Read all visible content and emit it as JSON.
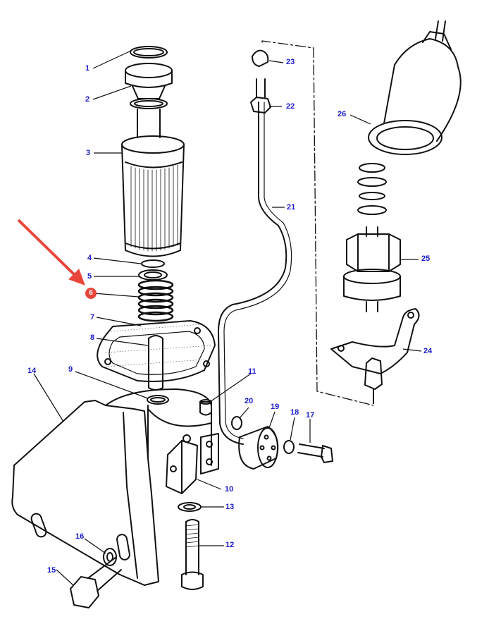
{
  "title": "",
  "colors": {
    "callout": "#1a1ad0",
    "highlight": "#e8463a",
    "line": "#111111"
  },
  "highlighted_part": "6",
  "callouts": [
    "1",
    "2",
    "3",
    "4",
    "5",
    "6",
    "7",
    "8",
    "9",
    "10",
    "11",
    "12",
    "13",
    "14",
    "15",
    "16",
    "17",
    "18",
    "19",
    "20",
    "21",
    "22",
    "23",
    "24",
    "25",
    "26"
  ]
}
